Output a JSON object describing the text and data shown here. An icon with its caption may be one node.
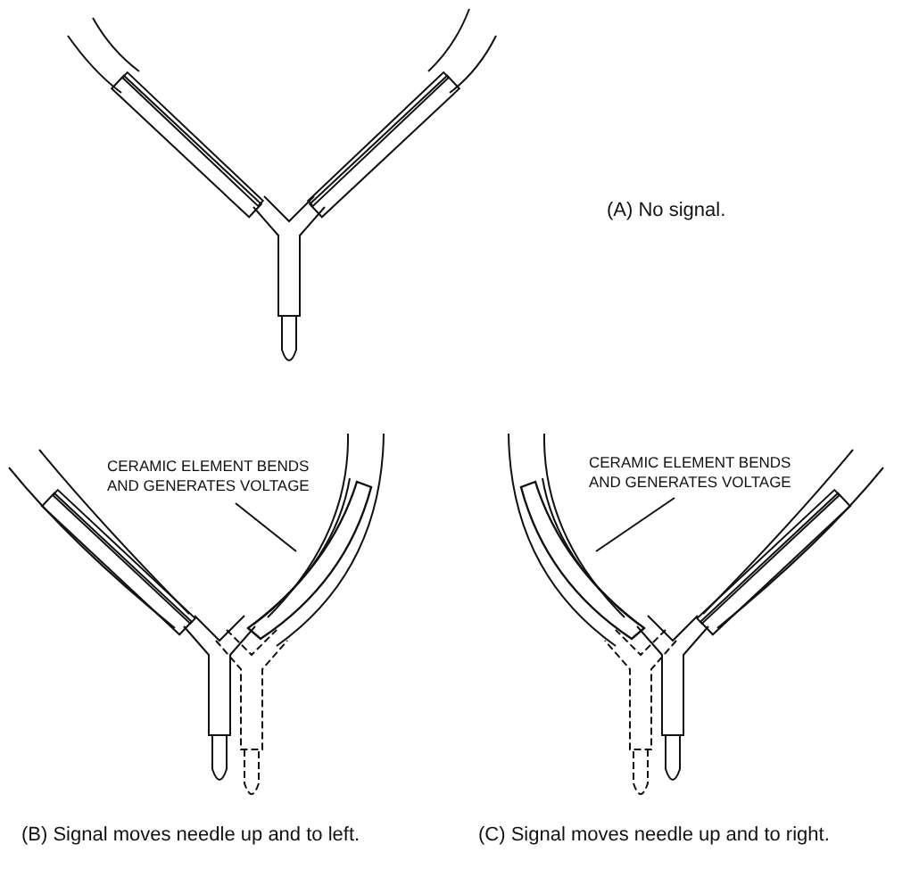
{
  "diagram": {
    "nodes": [
      {
        "text": [
          "CERAMIC ELEMENT BENDS AND GENERATES VOLTAGE"
        ]
      },
      {
        "text": [],
        "shape": "bar"
      },
      {
        "text": [
          "CERAMIC ELEMENT BENDS AND GENERATES VOLTAGE"
        ]
      },
      {
        "text": [],
        "shape": "bar"
      }
    ],
    "edges": [
      {
        "from": 0,
        "to": 1,
        "arrow": "none"
      },
      {
        "from": 2,
        "to": 3,
        "arrow": "none"
      }
    ],
    "labels": [
      "(A) No signal.",
      "(B) Signal moves needle up and to left.",
      "(C) Signal moves needle up and to right."
    ]
  }
}
